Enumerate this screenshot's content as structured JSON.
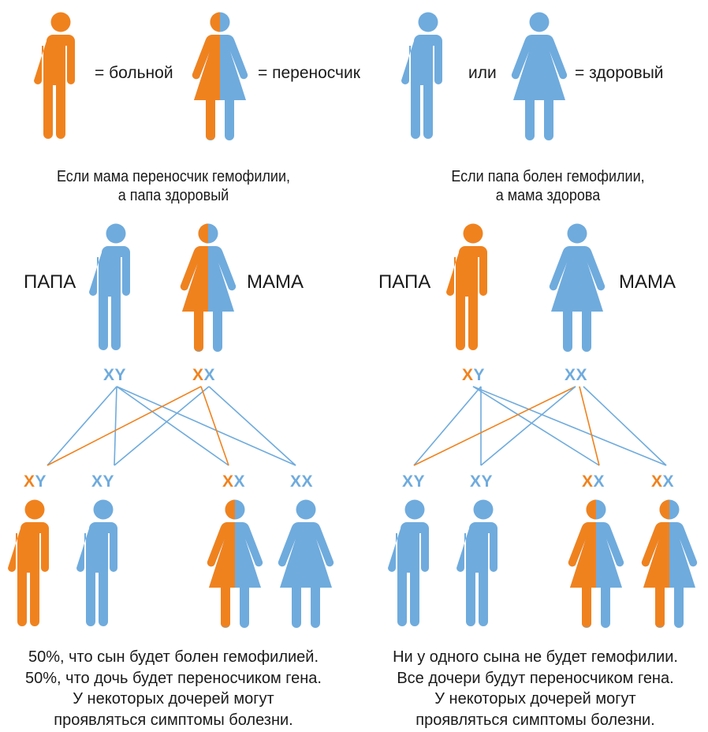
{
  "colors": {
    "sick": "#f0821e",
    "healthy": "#6fabdd",
    "text": "#1a1a1a"
  },
  "legend": {
    "sick_label": "= больной",
    "carrier_label": "= переносчик",
    "or_label": "или",
    "healthy_label": "= здоровый"
  },
  "left": {
    "caption": [
      "Если мама переносчик гемофилии,",
      "а папа здоровый"
    ],
    "father_label": "ПАПА",
    "mother_label": "МАМА",
    "father_genotype": [
      {
        "ch": "X",
        "state": "healthy"
      },
      {
        "ch": "Y",
        "state": "healthy"
      }
    ],
    "mother_genotype": [
      {
        "ch": "X",
        "state": "sick"
      },
      {
        "ch": "X",
        "state": "healthy"
      }
    ],
    "children": [
      {
        "genotype": [
          {
            "ch": "X",
            "state": "sick"
          },
          {
            "ch": "Y",
            "state": "healthy"
          }
        ],
        "figure": "male-sick"
      },
      {
        "genotype": [
          {
            "ch": "X",
            "state": "healthy"
          },
          {
            "ch": "Y",
            "state": "healthy"
          }
        ],
        "figure": "male-healthy"
      },
      {
        "genotype": [
          {
            "ch": "X",
            "state": "sick"
          },
          {
            "ch": "X",
            "state": "healthy"
          }
        ],
        "figure": "female-carrier"
      },
      {
        "genotype": [
          {
            "ch": "X",
            "state": "healthy"
          },
          {
            "ch": "X",
            "state": "healthy"
          }
        ],
        "figure": "female-healthy"
      }
    ],
    "summary": [
      "50%, что сын будет болен гемофилией.",
      "50%, что дочь будет переносчиком гена.",
      "У некоторых дочерей могут",
      "проявляться симптомы болезни."
    ]
  },
  "right": {
    "caption": [
      "Если папа болен гемофилии,",
      "а мама здорова"
    ],
    "father_label": "ПАПА",
    "mother_label": "МАМА",
    "father_genotype": [
      {
        "ch": "X",
        "state": "sick"
      },
      {
        "ch": "Y",
        "state": "healthy"
      }
    ],
    "mother_genotype": [
      {
        "ch": "X",
        "state": "healthy"
      },
      {
        "ch": "X",
        "state": "healthy"
      }
    ],
    "children": [
      {
        "genotype": [
          {
            "ch": "X",
            "state": "healthy"
          },
          {
            "ch": "Y",
            "state": "healthy"
          }
        ],
        "figure": "male-healthy"
      },
      {
        "genotype": [
          {
            "ch": "X",
            "state": "healthy"
          },
          {
            "ch": "Y",
            "state": "healthy"
          }
        ],
        "figure": "male-healthy"
      },
      {
        "genotype": [
          {
            "ch": "X",
            "state": "sick"
          },
          {
            "ch": "X",
            "state": "healthy"
          }
        ],
        "figure": "female-carrier"
      },
      {
        "genotype": [
          {
            "ch": "X",
            "state": "sick"
          },
          {
            "ch": "X",
            "state": "healthy"
          }
        ],
        "figure": "female-carrier"
      }
    ],
    "summary": [
      "Ни у одного сына не будет гемофилии.",
      "Все дочери будут переносчиком гена.",
      "У некоторых дочерей могут",
      "проявляться симптомы болезни."
    ]
  }
}
